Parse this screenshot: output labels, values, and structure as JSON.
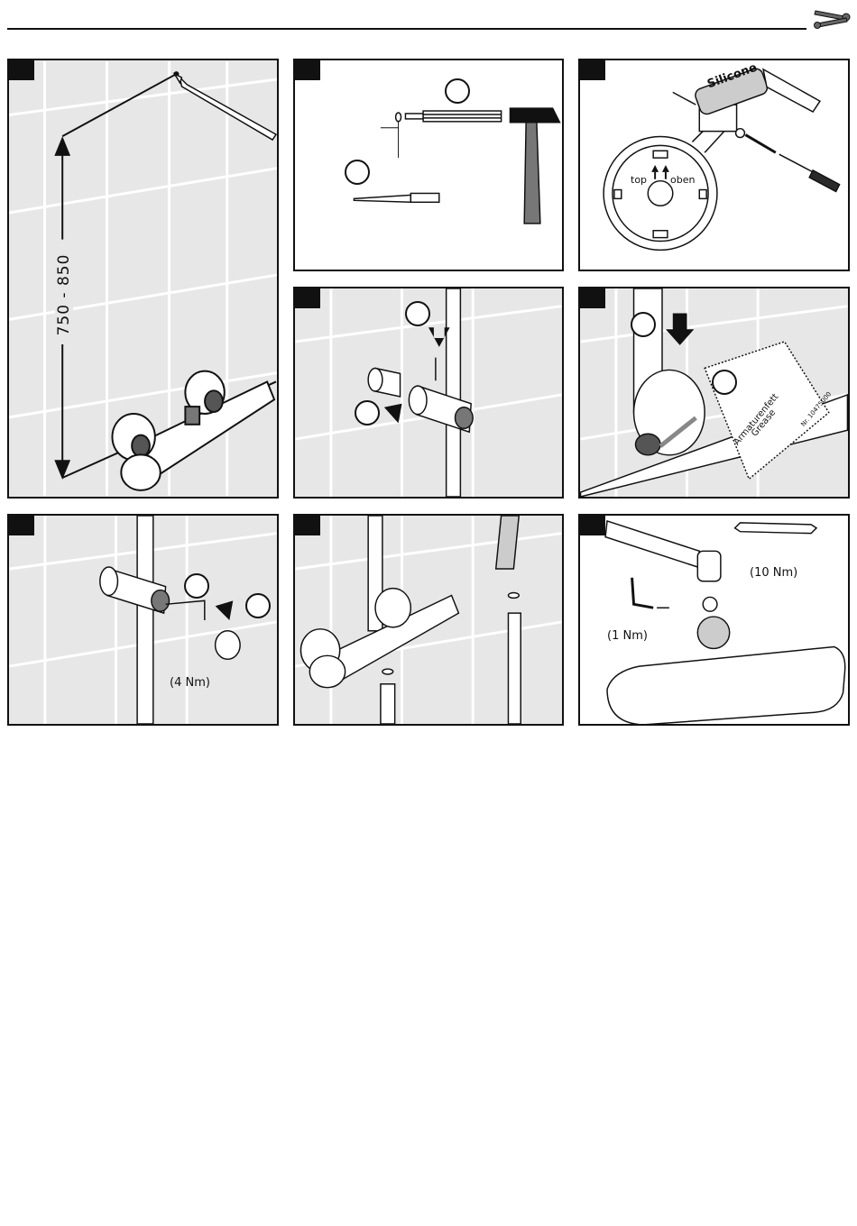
{
  "icons": {
    "header": "tools-icon"
  },
  "panels": [
    {
      "number": "",
      "texts": {
        "height_range": "750 - 850"
      }
    },
    {
      "number": ""
    },
    {
      "number": "",
      "texts": {
        "tube_label": "Silicone",
        "label_top": "top",
        "label_oben": "oben"
      }
    },
    {
      "number": ""
    },
    {
      "number": "",
      "texts": {
        "card_line1": "Armaturenfett",
        "card_line2": "Grease",
        "card_code": "Nr. 10475000"
      }
    },
    {
      "number": "",
      "texts": {
        "torque": "(4 Nm)"
      }
    },
    {
      "number": ""
    },
    {
      "number": "",
      "texts": {
        "torque_wrench": "(10 Nm)",
        "torque_hex": "(1 Nm)"
      }
    }
  ]
}
